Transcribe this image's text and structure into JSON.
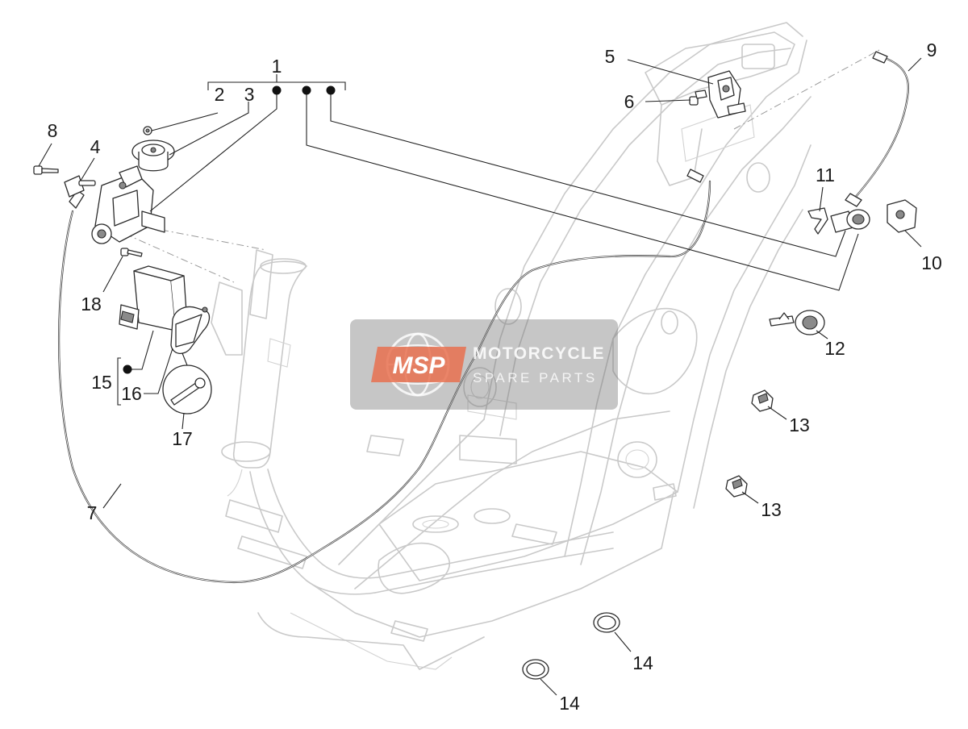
{
  "callouts": [
    {
      "id": "1",
      "label": "1"
    },
    {
      "id": "2",
      "label": "2"
    },
    {
      "id": "3",
      "label": "3"
    },
    {
      "id": "4",
      "label": "4"
    },
    {
      "id": "5",
      "label": "5"
    },
    {
      "id": "6",
      "label": "6"
    },
    {
      "id": "7",
      "label": "7"
    },
    {
      "id": "8",
      "label": "8"
    },
    {
      "id": "9",
      "label": "9"
    },
    {
      "id": "10",
      "label": "10"
    },
    {
      "id": "11",
      "label": "11"
    },
    {
      "id": "12",
      "label": "12"
    },
    {
      "id": "13a",
      "label": "13"
    },
    {
      "id": "13b",
      "label": "13"
    },
    {
      "id": "14a",
      "label": "14"
    },
    {
      "id": "14b",
      "label": "14"
    },
    {
      "id": "15",
      "label": "15"
    },
    {
      "id": "16",
      "label": "16"
    },
    {
      "id": "17",
      "label": "17"
    },
    {
      "id": "18",
      "label": "18"
    }
  ],
  "watermark": {
    "logo": "MSP",
    "line1": "MOTORCYCLE",
    "line2": "SPARE PARTS",
    "logo_color": "#e8704f"
  }
}
